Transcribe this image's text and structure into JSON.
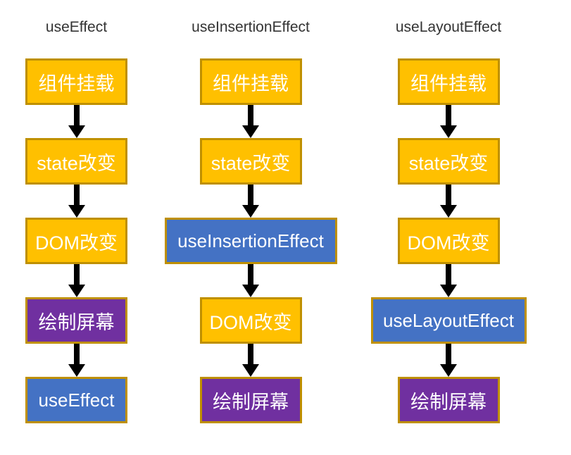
{
  "colors": {
    "box_fill_orange": "#FFC000",
    "box_fill_blue": "#4472C4",
    "box_fill_purple": "#7030A0",
    "box_border_gold": "#BF9000",
    "arrow_black": "#000000",
    "title_text": "#333333",
    "box_text": "#FFFFFF",
    "background": "#FFFFFF"
  },
  "diagram": {
    "columns": [
      {
        "title": "useEffect",
        "nodes": [
          {
            "label": "组件挂载",
            "type": "orange"
          },
          {
            "label": "state改变",
            "type": "orange"
          },
          {
            "label": "DOM改变",
            "type": "orange"
          },
          {
            "label": "绘制屏幕",
            "type": "purple"
          },
          {
            "label": "useEffect",
            "type": "blue"
          }
        ]
      },
      {
        "title": "useInsertionEffect",
        "nodes": [
          {
            "label": "组件挂载",
            "type": "orange"
          },
          {
            "label": "state改变",
            "type": "orange"
          },
          {
            "label": "useInsertionEffect",
            "type": "blue-wide"
          },
          {
            "label": "DOM改变",
            "type": "orange"
          },
          {
            "label": "绘制屏幕",
            "type": "purple"
          }
        ]
      },
      {
        "title": "useLayoutEffect",
        "nodes": [
          {
            "label": "组件挂载",
            "type": "orange"
          },
          {
            "label": "state改变",
            "type": "orange"
          },
          {
            "label": "DOM改变",
            "type": "orange"
          },
          {
            "label": "useLayoutEffect",
            "type": "blue-wide"
          },
          {
            "label": "绘制屏幕",
            "type": "purple"
          }
        ]
      }
    ]
  }
}
